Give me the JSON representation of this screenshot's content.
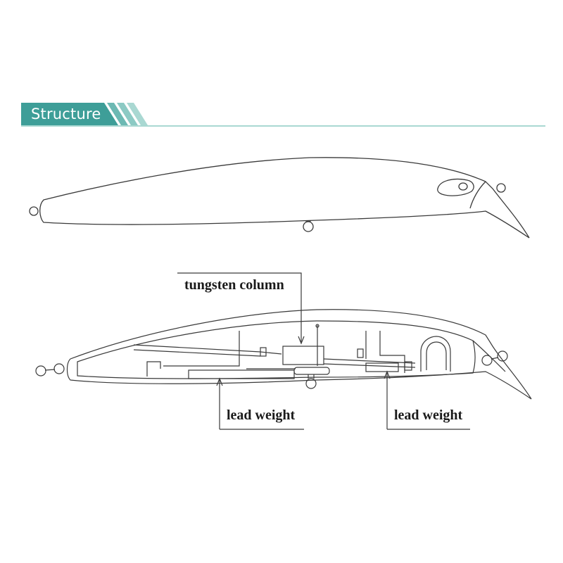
{
  "header": {
    "title": "Structure",
    "accent_color": "#3e9e98",
    "light_accent_color": "#a9d8d2"
  },
  "labels": {
    "tungsten": "tungsten column",
    "lead_weight_front": "lead weight",
    "lead_weight_rear": "lead weight"
  }
}
